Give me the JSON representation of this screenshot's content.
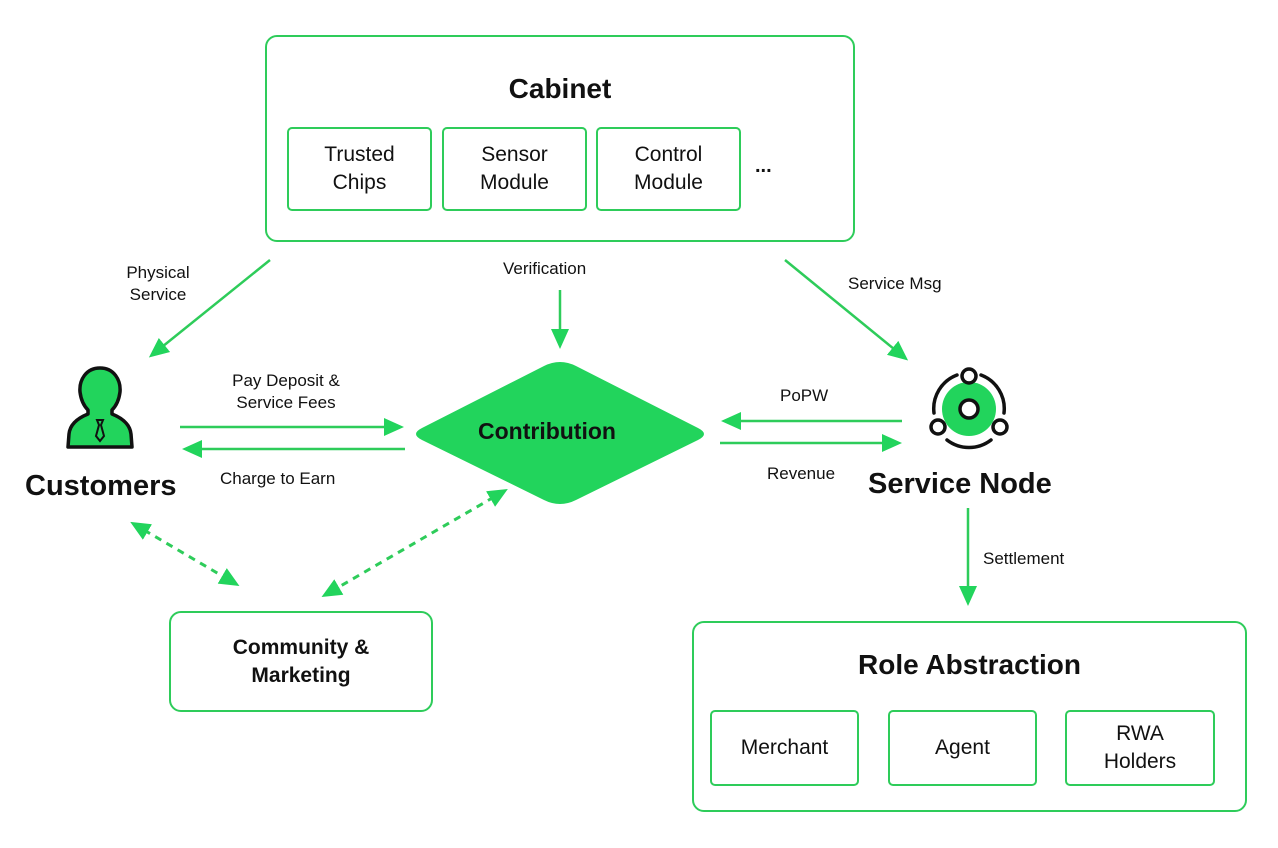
{
  "colors": {
    "accent": "#22d45c",
    "line": "#2ecc5a",
    "text": "#111111"
  },
  "cabinet": {
    "title": "Cabinet",
    "modules": [
      {
        "line1": "Trusted",
        "line2": "Chips"
      },
      {
        "line1": "Sensor",
        "line2": "Module"
      },
      {
        "line1": "Control",
        "line2": "Module"
      }
    ],
    "more": "..."
  },
  "edges": {
    "physical_service": {
      "line1": "Physical",
      "line2": "Service"
    },
    "verification": "Verification",
    "service_msg": "Service Msg",
    "pay_deposit": {
      "line1": "Pay Deposit &",
      "line2": "Service Fees"
    },
    "charge_to_earn": "Charge to Earn",
    "popw": "PoPW",
    "revenue": "Revenue",
    "settlement": "Settlement"
  },
  "nodes": {
    "customers": {
      "label": "Customers",
      "icon": "user-icon"
    },
    "contribution": {
      "label": "Contribution"
    },
    "service_node": {
      "label": "Service Node",
      "icon": "network-node-icon"
    },
    "community": {
      "line1": "Community &",
      "line2": "Marketing"
    }
  },
  "role_abstraction": {
    "title": "Role Abstraction",
    "roles": [
      {
        "line1": "Merchant",
        "line2": ""
      },
      {
        "line1": "Agent",
        "line2": ""
      },
      {
        "line1": "RWA",
        "line2": "Holders"
      }
    ]
  }
}
